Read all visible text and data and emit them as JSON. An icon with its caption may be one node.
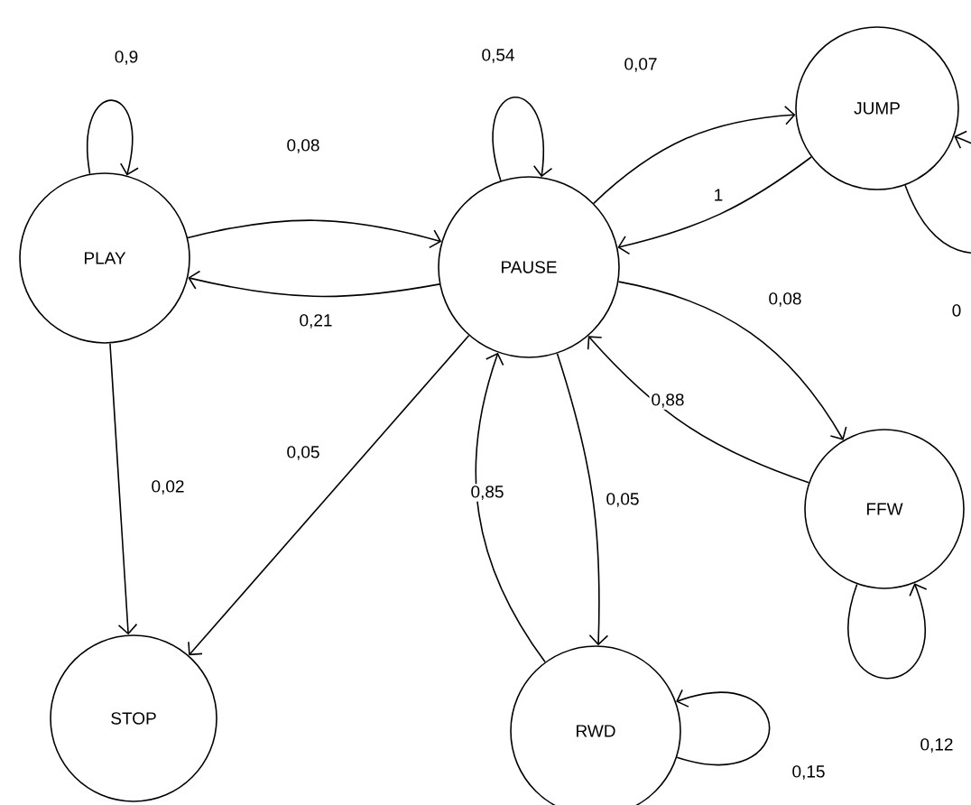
{
  "diagram": {
    "nodes": [
      {
        "text": [
          "PLAY"
        ]
      },
      {
        "text": [
          "PAUSE"
        ]
      },
      {
        "text": [
          "JUMP"
        ]
      },
      {
        "text": [
          "FFW"
        ]
      },
      {
        "text": [
          "STOP"
        ]
      },
      {
        "text": [
          "RWD"
        ]
      }
    ],
    "edges": [
      {
        "from": 0,
        "to": 0,
        "arrow": "to",
        "label": "0,9"
      },
      {
        "from": 0,
        "to": 1,
        "arrow": "to",
        "label": "0,08"
      },
      {
        "from": 1,
        "to": 0,
        "arrow": "to",
        "label": "0,21"
      },
      {
        "from": 1,
        "to": 1,
        "arrow": "to",
        "label": "0,54"
      },
      {
        "from": 1,
        "to": 2,
        "arrow": "to",
        "label": "0,07"
      },
      {
        "from": 2,
        "to": 1,
        "arrow": "to",
        "label": "1"
      },
      {
        "from": 2,
        "to": 2,
        "arrow": "to",
        "label": "0"
      },
      {
        "from": 1,
        "to": 3,
        "arrow": "to",
        "label": "0,08"
      },
      {
        "from": 3,
        "to": 1,
        "arrow": "to",
        "label": "0,88"
      },
      {
        "from": 0,
        "to": 4,
        "arrow": "to",
        "label": "0,02"
      },
      {
        "from": 1,
        "to": 4,
        "arrow": "to",
        "label": "0,05"
      },
      {
        "from": 5,
        "to": 1,
        "arrow": "to",
        "label": "0,85"
      },
      {
        "from": 1,
        "to": 5,
        "arrow": "to",
        "label": "0,05"
      },
      {
        "from": 3,
        "to": 3,
        "arrow": "to",
        "label": "0,12"
      },
      {
        "from": 5,
        "to": 5,
        "arrow": "to",
        "label": "0,15"
      }
    ]
  }
}
